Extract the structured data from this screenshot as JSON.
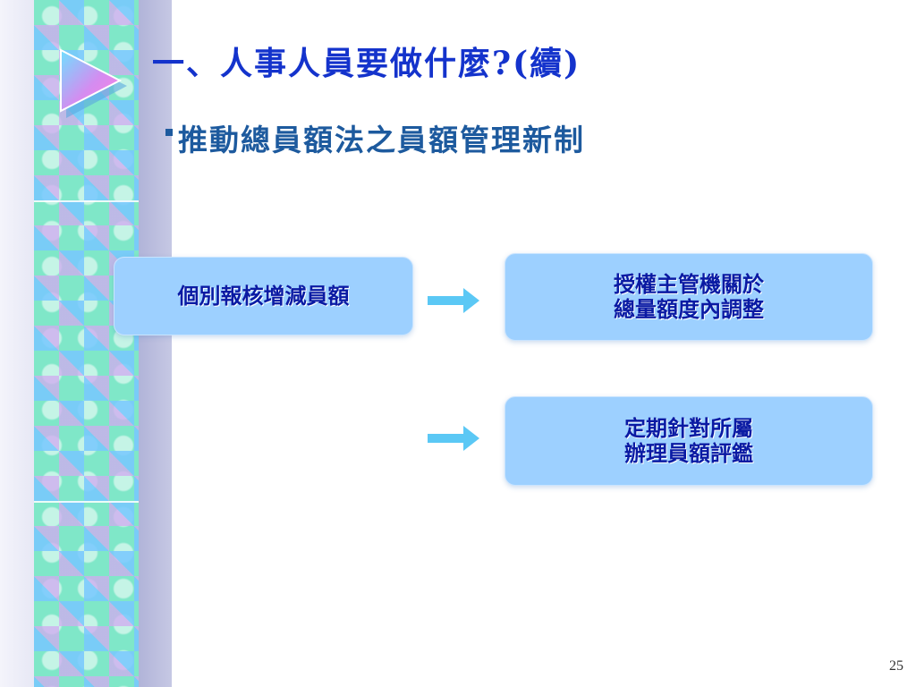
{
  "slide": {
    "title": "一、人事人員要做什麼?(續)",
    "subtitle": "推動總員額法之員額管理新制",
    "page_number": "25"
  },
  "flow": {
    "source": "個別報核增減員額",
    "targets": [
      {
        "line1": "授權主管機關於",
        "line2": "總量額度內調整"
      },
      {
        "line1": "定期針對所屬",
        "line2": "辦理員額評鑑"
      }
    ]
  },
  "icons": {
    "play": "play-triangle-icon",
    "arrow": "right-arrow-icon",
    "bullet": "square-bullet-icon"
  },
  "colors": {
    "title": "#1433cc",
    "subtitle": "#1d5a9e",
    "box_fill": "#9dd0ff",
    "box_text": "#0a1aa3",
    "arrow": "#5bc8f5"
  }
}
